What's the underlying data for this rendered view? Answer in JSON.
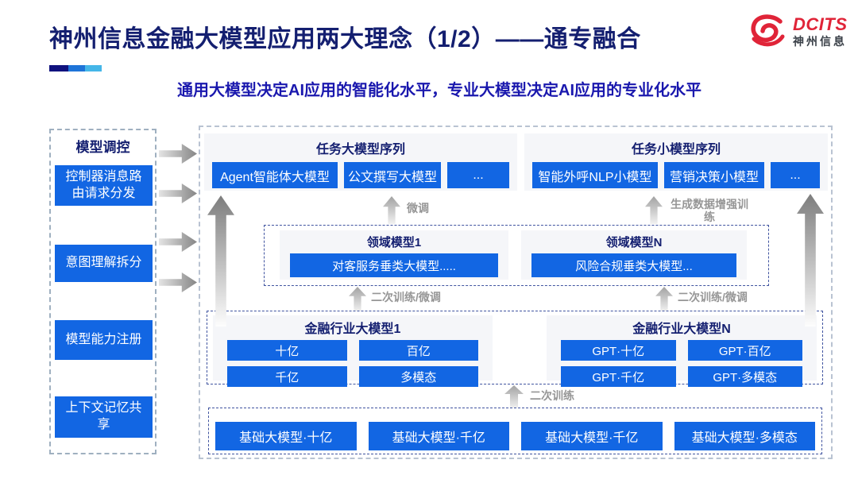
{
  "header": {
    "title": "神州信息金融大模型应用两大理念（1/2）——通专融合",
    "subtitle": "通用大模型决定AI应用的智能化水平，专业大模型决定AI应用的专业化水平",
    "logo_text": "DCITS",
    "logo_subtext": "神州信息"
  },
  "sidebar": {
    "title": "模型调控",
    "items": [
      "控制器消息路由请求分发",
      "意图理解拆分",
      "模型能力注册",
      "上下文记忆共享"
    ]
  },
  "diagram": {
    "task_large": {
      "title": "任务大模型序列",
      "items": [
        "Agent智能体大模型",
        "公文撰写大模型",
        "..."
      ]
    },
    "task_small": {
      "title": "任务小模型序列",
      "items": [
        "智能外呼NLP小模型",
        "营销决策小模型",
        "..."
      ]
    },
    "domain": [
      {
        "title": "领域模型1",
        "model": "对客服务垂类大模型....."
      },
      {
        "title": "领域模型N",
        "model": "风险合规垂类大模型..."
      }
    ],
    "industry": [
      {
        "title": "金融行业大模型1",
        "items": [
          "十亿",
          "百亿",
          "千亿",
          "多模态"
        ]
      },
      {
        "title": "金融行业大模型N",
        "items": [
          "GPT·十亿",
          "GPT·百亿",
          "GPT·千亿",
          "GPT·多模态"
        ]
      }
    ],
    "base_models": [
      "基础大模型·十亿",
      "基础大模型·千亿",
      "基础大模型·千亿",
      "基础大模型·多模态"
    ],
    "arrow_labels": {
      "finetune": "微调",
      "gen_data_train": "生成数据增强训练",
      "retrain_finetune": "二次训练/微调",
      "retrain": "二次训练"
    }
  },
  "colors": {
    "accent_blue": "#1266e3",
    "navy_text": "#141f70",
    "subtitle_blue": "#1a18ae",
    "logo_red": "#e02438",
    "arrow_gray": "#8f8f8f",
    "accent_bar_1": "#10127e",
    "accent_bar_2": "#1e74d8",
    "accent_bar_3": "#45b6e8"
  }
}
